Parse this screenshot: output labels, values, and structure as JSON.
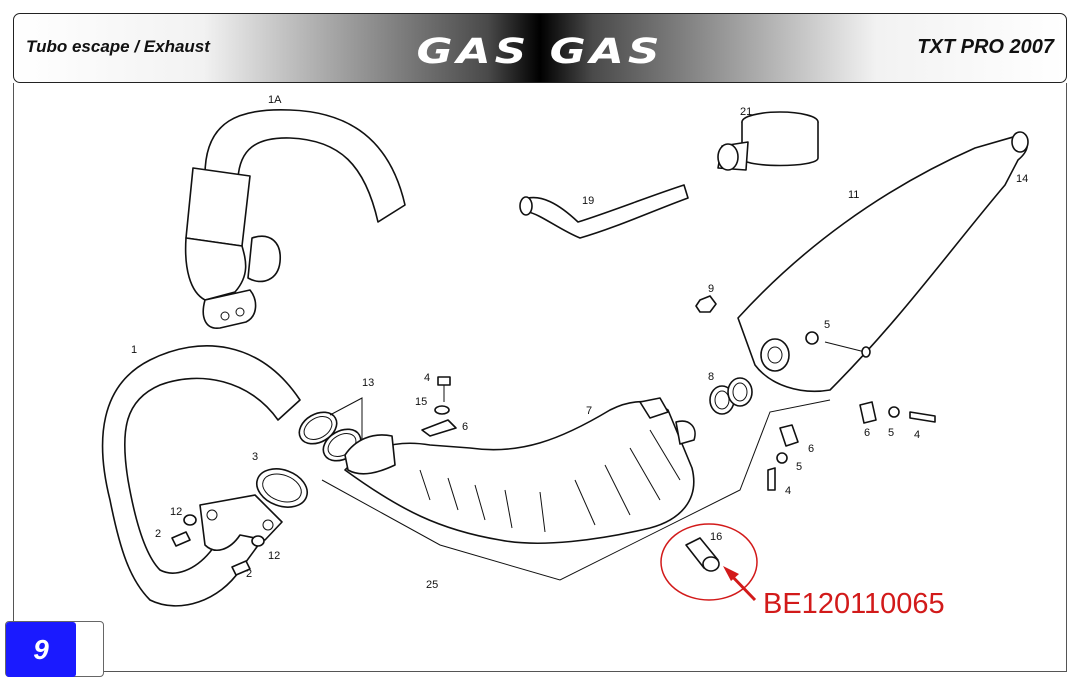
{
  "header": {
    "left_title": "Tubo escape / Exhaust",
    "brand": "GAS GAS",
    "model": "TXT PRO 2007"
  },
  "page_number": "9",
  "callout": {
    "part_ref": "16",
    "code": "BE120110065",
    "color": "#d21a1a"
  },
  "labels": {
    "p1A": "1A",
    "p21": "21",
    "p19": "19",
    "p11": "11",
    "p14": "14",
    "p9": "9",
    "p5a": "5",
    "p8": "8",
    "p1": "1",
    "p13": "13",
    "p4a": "4",
    "p15": "15",
    "p6a": "6",
    "p7": "7",
    "p3": "3",
    "p12a": "12",
    "p2a": "2",
    "p12b": "12",
    "p2b": "2",
    "p25": "25",
    "p16": "16",
    "p6b": "6",
    "p5b": "5",
    "p4b": "4",
    "p6c": "6",
    "p5c": "5",
    "p4c": "4"
  }
}
